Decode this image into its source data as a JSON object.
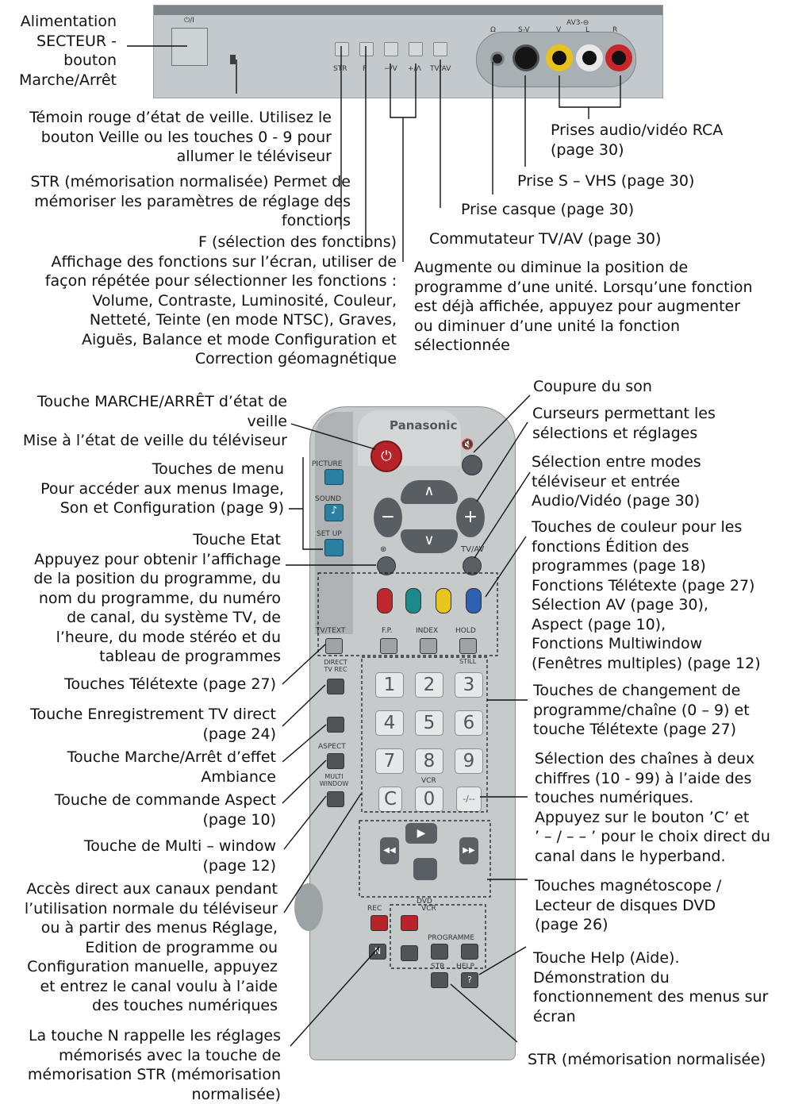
{
  "panel": {
    "power_label": "⏻/I",
    "buttons": [
      "STR",
      "F",
      "−/V",
      "+/Λ",
      "TV/AV"
    ],
    "jack_labels": [
      "Ω",
      "S-V",
      "V",
      "L",
      "R"
    ],
    "av_label": "AV3-⊖"
  },
  "remote": {
    "brand": "Panasonic",
    "labels": {
      "picture": "PICTURE",
      "sound": "SOUND",
      "setup": "SET UP",
      "tvav": "TV/AV",
      "tvtext": "TV/TEXT",
      "fp": "F.P.",
      "index": "INDEX",
      "hold": "HOLD",
      "still": "STILL",
      "direct_tv_rec": "DIRECT TV REC",
      "aspect": "ASPECT",
      "multi_window": "MULTI WINDOW",
      "vcr": "VCR",
      "c": "C",
      "dash": "-/--",
      "dvd": "DVD",
      "vcr2": "VCR",
      "rec": "REC",
      "programme": "PROGRAMME",
      "str": "STR",
      "help": "HELP",
      "n": "N",
      "q": "?"
    },
    "digits": [
      "1",
      "2",
      "3",
      "4",
      "5",
      "6",
      "7",
      "8",
      "9",
      "0"
    ],
    "color_keys": [
      "#c0272d",
      "#1b8a8c",
      "#e8c51c",
      "#2d5fb3"
    ]
  },
  "callouts": {
    "power": [
      "Alimentation",
      "SECTEUR -",
      "bouton",
      "Marche/Arrêt"
    ],
    "standby_led": [
      "Témoin rouge d’état de veille. Utilisez le",
      "bouton Veille ou les touches 0 - 9 pour",
      "allumer le téléviseur"
    ],
    "str_top": [
      "STR (mémorisation normalisée) Permet de",
      "mémoriser les paramètres de réglage des",
      "fonctions"
    ],
    "f_select": [
      "F (sélection des fonctions)",
      "Affichage des fonctions sur l’écran, utiliser de",
      "façon répétée pour sélectionner les fonctions :",
      "Volume, Contraste, Luminosité, Couleur,",
      "Netteté, Teinte (en mode NTSC), Graves,",
      "Aiguës, Balance et mode Configuration et",
      "Correction géomagnétique"
    ],
    "rca": [
      "Prises audio/vidéo RCA",
      "(page 30)"
    ],
    "svhs": "Prise S – VHS (page 30)",
    "headphone": "Prise casque (page 30)",
    "tvav_switch": "Commutateur TV/AV (page 30)",
    "up_down": [
      "Augmente ou diminue la position de",
      "programme d’une unité. Lorsqu’une fonction",
      "est déjà affichée, appuyez pour augmenter",
      "ou diminuer d’une unité la fonction",
      "sélectionnée"
    ],
    "standby_key": [
      "Touche MARCHE/ARRÊT d’état de",
      "veille",
      "Mise à l’état de veille du téléviseur"
    ],
    "menu_keys": [
      "Touches de menu",
      "Pour accéder aux menus Image,",
      "Son et Configuration (page 9)"
    ],
    "status_key": [
      "Touche Etat",
      "Appuyez pour obtenir l’affichage",
      "de la position du programme, du",
      "nom du programme, du numéro",
      "de canal, du système TV, de",
      "l’heure, du mode stéréo et du",
      "tableau de programmes"
    ],
    "teletext": "Touches Télétexte (page 27)",
    "direct_rec": [
      "Touche Enregistrement TV direct",
      "(page 24)"
    ],
    "ambiance": [
      "Touche Marche/Arrêt d’effet",
      "Ambiance"
    ],
    "aspect": [
      "Touche de commande Aspect",
      "(page 10)"
    ],
    "multiwindow": [
      "Touche de Multi – window",
      "(page 12)"
    ],
    "direct_access": [
      "Accès direct aux canaux pendant",
      "l’utilisation normale du téléviseur",
      "ou à partir des menus Réglage,",
      "Edition de programme ou",
      "Configuration manuelle, appuyez",
      "et entrez le canal voulu à l’aide",
      "des touches numériques"
    ],
    "n_key": [
      "La touche N rappelle les réglages",
      "mémorisés avec la touche de",
      "mémorisation STR (mémorisation",
      "normalisée)"
    ],
    "mute": "Coupure du son",
    "cursors": [
      "Curseurs permettant les",
      "sélections et réglages"
    ],
    "tv_av_mode": [
      "Sélection entre modes",
      "téléviseur et entrée",
      "Audio/Vidéo (page 30)"
    ],
    "color_keys": [
      "Touches de couleur pour les",
      "fonctions Édition des",
      "programmes (page 18)",
      "Fonctions Télétexte (page 27)",
      "Sélection AV (page 30),",
      "Aspect (page 10),",
      "Fonctions Multiwindow",
      "(Fenêtres multiples) (page 12)"
    ],
    "number_keys": [
      "Touches de changement de",
      "programme/chaîne (0 – 9) et",
      "touche Télétexte (page 27)"
    ],
    "two_digit": [
      "Sélection des chaînes à deux",
      "chiffres (10 - 99) à l’aide des",
      "touches numériques.",
      "Appuyez sur le bouton ’C’ et",
      "’ – / – – ’ pour le choix direct du",
      "canal dans le hyperband."
    ],
    "vcr_dvd": [
      "Touches magnétoscope /",
      "Lecteur de disques DVD",
      "(page 26)"
    ],
    "help": [
      "Touche Help (Aide).",
      "Démonstration du",
      "fonctionnement des menus sur",
      "écran"
    ],
    "str_bottom": "STR (mémorisation normalisée)"
  }
}
